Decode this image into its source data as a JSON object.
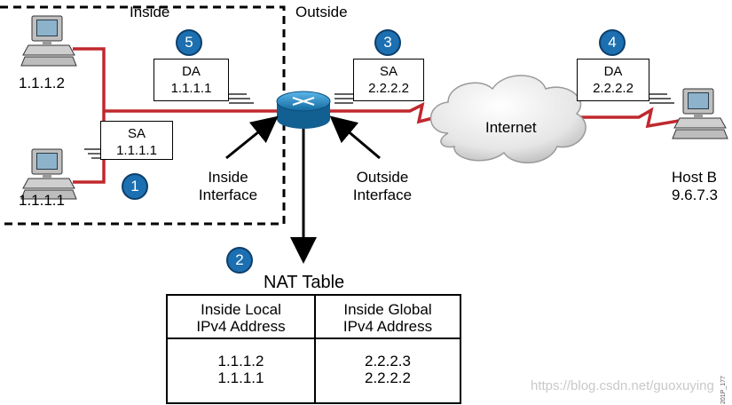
{
  "zones": {
    "inside": "Inside",
    "outside": "Outside"
  },
  "hosts": {
    "host_a2": {
      "address": "1.1.1.2"
    },
    "host_a1": {
      "address": "1.1.1.1"
    },
    "host_b": {
      "name": "Host B",
      "address": "9.6.7.3"
    }
  },
  "packets": [
    {
      "step": "1",
      "field": "SA",
      "value": "1.1.1.1"
    },
    {
      "step": "3",
      "field": "SA",
      "value": "2.2.2.2"
    },
    {
      "step": "4",
      "field": "DA",
      "value": "2.2.2.2"
    },
    {
      "step": "5",
      "field": "DA",
      "value": "1.1.1.1"
    }
  ],
  "step_nat": "2",
  "interfaces": {
    "inside": [
      "Inside",
      "Interface"
    ],
    "outside": [
      "Outside",
      "Interface"
    ]
  },
  "cloud_label": "Internet",
  "nat_table": {
    "title": "NAT Table",
    "headers": [
      [
        "Inside Local",
        "IPv4 Address"
      ],
      [
        "Inside Global",
        "IPv4 Address"
      ]
    ],
    "rows": [
      [
        "1.1.1.2",
        "2.2.2.3"
      ],
      [
        "1.1.1.1",
        "2.2.2.2"
      ]
    ]
  },
  "watermark": "https://blog.csdn.net/guoxuying",
  "figure_id": "201P_177",
  "colors": {
    "link": "#c0282d",
    "badge": "#1c6fb0",
    "router": "#1f86c4"
  }
}
